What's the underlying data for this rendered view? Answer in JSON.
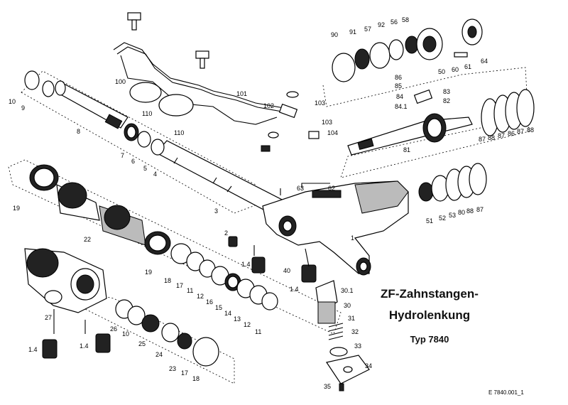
{
  "title": {
    "line1": "ZF-Zahnstangen-",
    "line2": "Hydrolenkung",
    "line3": "Typ 7840"
  },
  "drawing_code": "E 7840.001_1",
  "part_labels": {
    "p10a": "10",
    "p9a": "9",
    "p8": "8",
    "p7a": "7",
    "p6": "6",
    "p5": "5",
    "p4": "4",
    "p100": "100",
    "p110a": "110",
    "p110b": "110",
    "p101": "101",
    "p102": "102",
    "p103a": "103",
    "p103b": "103",
    "p104": "104",
    "p90": "90",
    "p91": "91",
    "p57": "57",
    "p92": "92",
    "p56": "56",
    "p58": "58",
    "p50": "50",
    "p60": "60",
    "p61": "61",
    "p64": "64",
    "p86": "86",
    "p85": "85",
    "p84": "84",
    "p841": "84.1",
    "p83": "83",
    "p82": "82",
    "p81": "81",
    "p87a": "87",
    "p88a": "88",
    "p87b": "87",
    "p86b": "86",
    "p87c": "87",
    "p88b": "88",
    "p63": "63",
    "p62": "62",
    "p19a": "19",
    "p22": "22",
    "p3": "3",
    "p2": "2",
    "p1": "1",
    "p51": "51",
    "p52": "52",
    "p53": "53",
    "p80": "80",
    "p88c": "88",
    "p87d": "87",
    "p14a": "1.4",
    "p40": "40",
    "p14b": "1.4",
    "p19b": "19",
    "p18a": "18",
    "p17a": "17",
    "p11a": "11",
    "p12a": "12",
    "p16": "16",
    "p15": "15",
    "p14": "14",
    "p13": "13",
    "p12b": "12",
    "p11b": "11",
    "p301": "30.1",
    "p30": "30",
    "p31": "31",
    "p32": "32",
    "p33": "33",
    "p34": "34",
    "p35": "35",
    "p27": "27",
    "p26": "26",
    "p10b": "10",
    "p25": "25",
    "p24": "24",
    "p23": "23",
    "p17b": "17",
    "p18b": "18",
    "p14c": "1.4",
    "p14d": "1.4"
  }
}
